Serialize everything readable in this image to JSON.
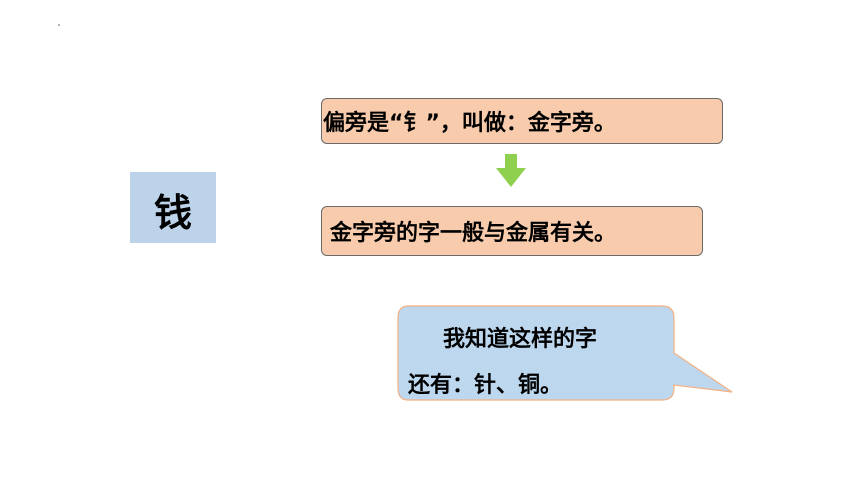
{
  "slide": {
    "character": "钱",
    "radical_note": "偏旁是“钅”，叫做：金字旁。",
    "meaning_note": "金字旁的字一般与金属有关。",
    "callout": {
      "line1": "我知道这样的字",
      "line2": "还有：针、铜。"
    }
  },
  "colors": {
    "char_box_fill": "#bdd3ea",
    "note_fill": "#f8cbad",
    "arrow_green": "#8fd14f",
    "callout_fill": "#bdd7ee",
    "callout_border": "#f4b183"
  },
  "icons": {
    "arrow": "arrow-down-icon"
  }
}
